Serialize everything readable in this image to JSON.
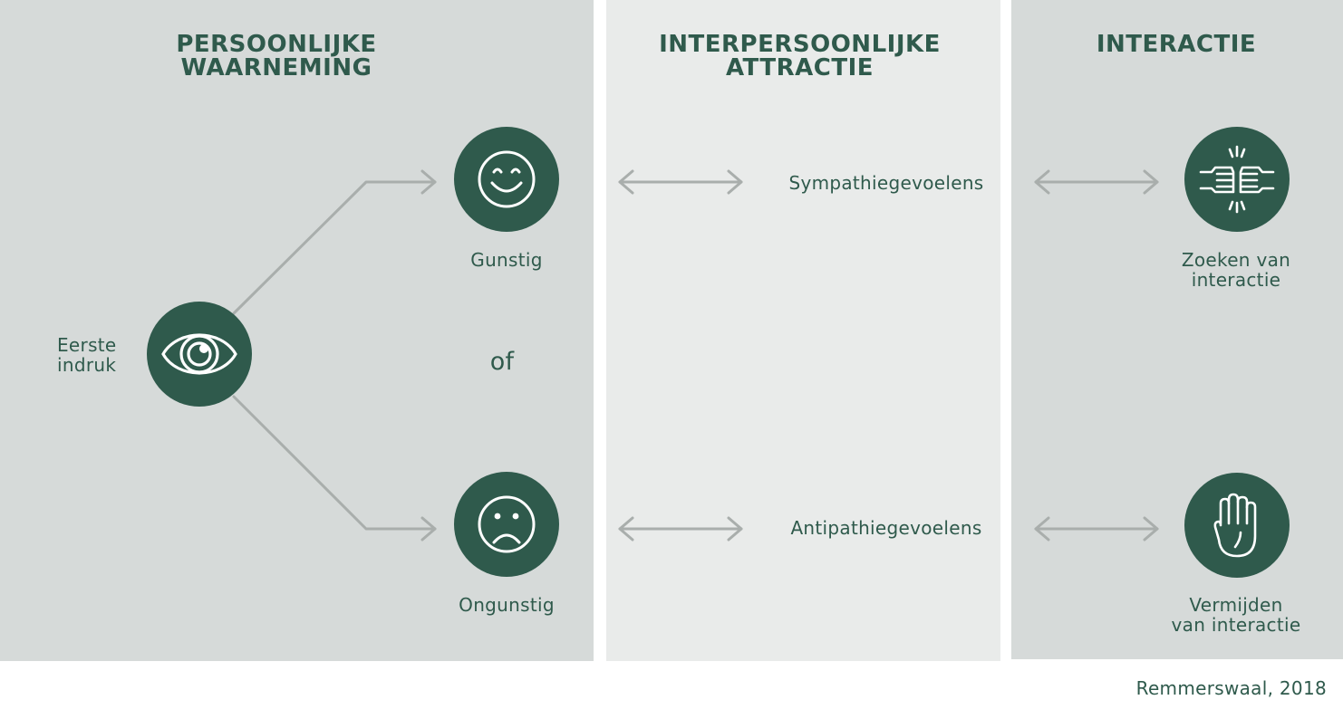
{
  "headers": {
    "perception": [
      "PERSOONLIJKE",
      "WAARNEMING"
    ],
    "attraction": [
      "INTERPERSOONLIJKE",
      "ATTRACTIE"
    ],
    "interaction": [
      "INTERACTIE"
    ]
  },
  "nodes": {
    "first_impression": [
      "Eerste",
      "indruk"
    ],
    "favorable": "Gunstig",
    "or": "of",
    "unfavorable": "Ongunstig",
    "sympathy": "Sympathiegevoelens",
    "antipathy": "Antipathiegevoelens",
    "seek_interaction": [
      "Zoeken van",
      "interactie"
    ],
    "avoid_interaction": [
      "Vermijden",
      "van interactie"
    ]
  },
  "icons": {
    "first_impression": "eye-icon",
    "favorable": "smiley-icon",
    "unfavorable": "sad-face-icon",
    "seek_interaction": "fist-bump-icon",
    "avoid_interaction": "raised-hand-icon"
  },
  "colors": {
    "primary": "#2f5a4c",
    "panel_dark": "#d6dad9",
    "panel_light": "#e9ebea",
    "connector": "#a9aeac"
  },
  "credit": "Remmerswaal, 2018"
}
